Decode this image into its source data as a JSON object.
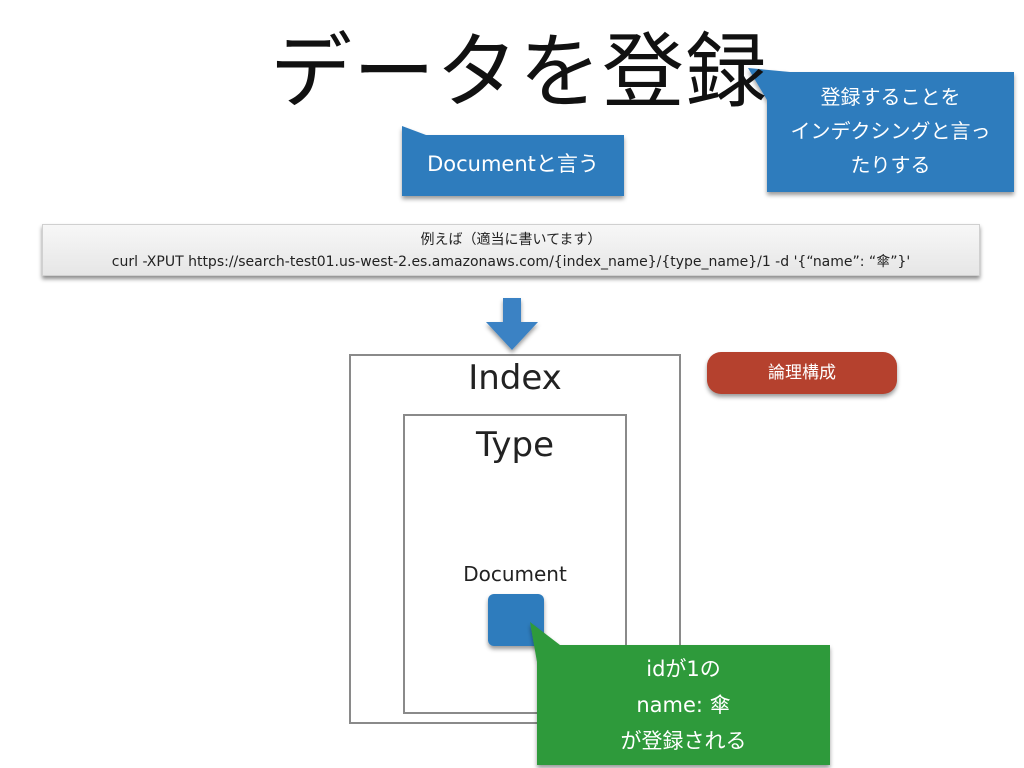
{
  "title": "データを登録",
  "callouts": {
    "document": "Documentと言う",
    "indexing": [
      "登録することを",
      "インデクシングと言っ",
      "たりする"
    ],
    "result": [
      "idが1の",
      "name: 傘",
      "が登録される"
    ]
  },
  "command": {
    "caption": "例えば（適当に書いてます）",
    "line": "curl -XPUT https://search-test01.us-west-2.es.amazonaws.com/{index_name}/{type_name}/1 -d '{“name”: “傘”}'"
  },
  "structure": {
    "index_label": "Index",
    "type_label": "Type",
    "document_label": "Document"
  },
  "badge": "論理構成",
  "colors": {
    "callout_blue": "#2f7bbd",
    "callout_green": "#2f9a3a",
    "badge_red": "#b5412e",
    "arrow_blue": "#3a82c4",
    "document_block": "#2f7bbd",
    "box_border": "#8a8a8a"
  }
}
